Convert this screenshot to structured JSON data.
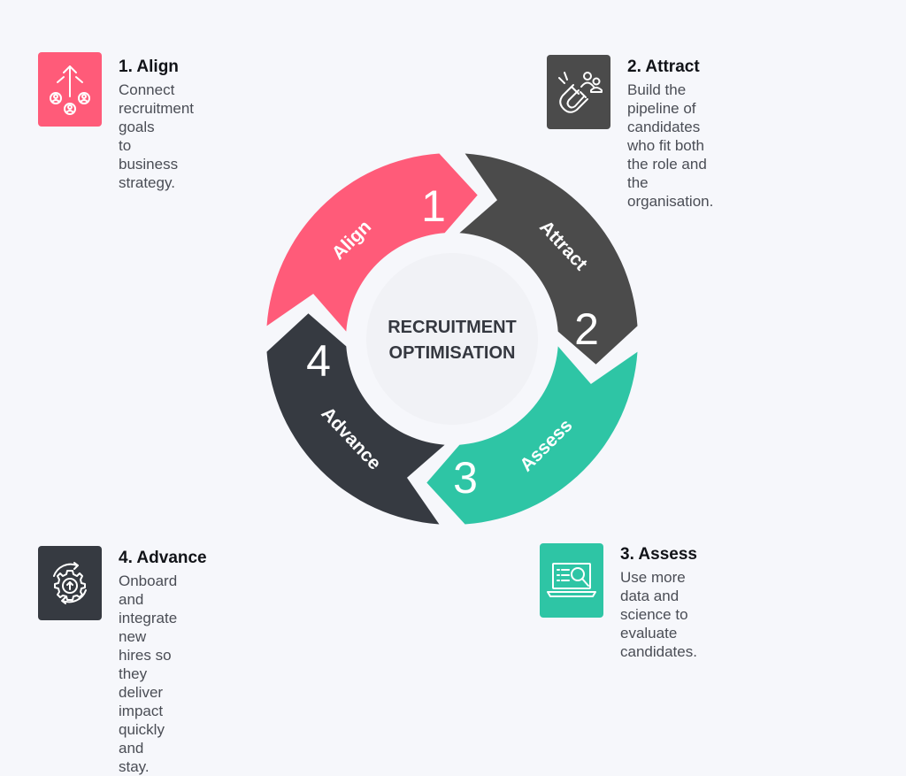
{
  "center": {
    "line1": "RECRUITMENT",
    "line2": "OPTIMISATION"
  },
  "colors": {
    "align": "#ff5b79",
    "attract": "#4b4b4b",
    "assess": "#2ec5a5",
    "advance": "#363a41",
    "center_fill": "#f1f2f6",
    "background": "#f6f7fb"
  },
  "segments": [
    {
      "label": "Align",
      "number": "1"
    },
    {
      "label": "Attract",
      "number": "2"
    },
    {
      "label": "Assess",
      "number": "3"
    },
    {
      "label": "Advance",
      "number": "4"
    }
  ],
  "steps": [
    {
      "title": "1. Align",
      "description": "Connect recruitment goals\nto business strategy.",
      "icon": "people-growth-arrow-icon"
    },
    {
      "title": "2. Attract",
      "description": "Build the pipeline of candidates\nwho fit both the role and the\norganisation.",
      "icon": "magnet-people-icon"
    },
    {
      "title": "3. Assess",
      "description": "Use more data and science to\nevaluate candidates.",
      "icon": "laptop-search-icon"
    },
    {
      "title": "4. Advance",
      "description": "Onboard and integrate new\nhires so they deliver impact\nquickly and stay.",
      "icon": "gear-upload-icon"
    }
  ]
}
